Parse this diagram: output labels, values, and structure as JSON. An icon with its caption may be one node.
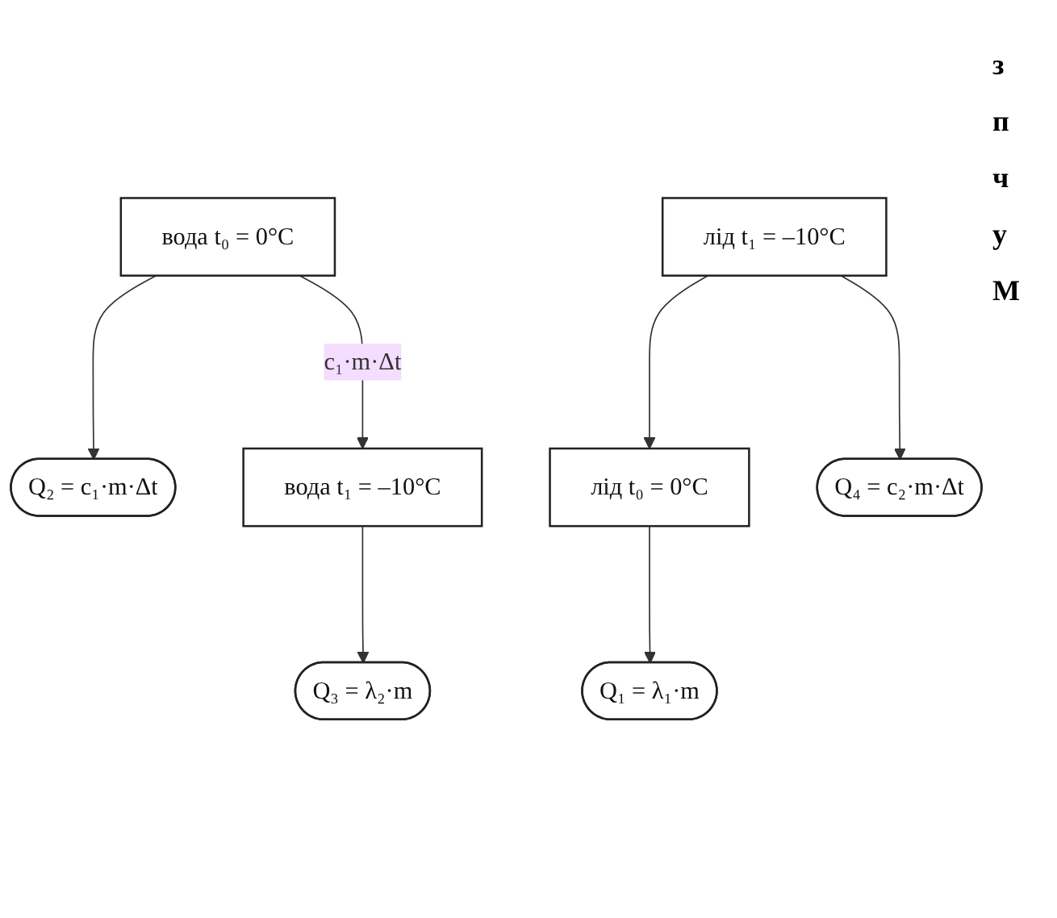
{
  "diagram": {
    "nodes": [
      {
        "text": [
          "Q₁ = λ₁·m"
        ]
      },
      {
        "text": [
          "Q₂ = c₁·m·Δt"
        ]
      },
      {
        "text": [
          "лід  t₀ = 0°C"
        ]
      },
      {
        "text": [
          "вода  t₀ = 0°C"
        ]
      },
      {
        "text": [
          "лід  t₁ = –10°C"
        ]
      },
      {
        "text": [
          "вода  t₁ = –10°C"
        ]
      },
      {
        "text": [
          "Q₄ = c₂·m·Δt"
        ]
      },
      {
        "text": [
          "Q₃ = λ₂·m"
        ]
      }
    ],
    "edges": [
      {
        "from": 2,
        "to": 0,
        "arrow": "to"
      },
      {
        "from": 3,
        "to": 1,
        "arrow": "to"
      },
      {
        "from": 4,
        "to": 2,
        "arrow": "to"
      },
      {
        "from": 3,
        "to": 5,
        "arrow": "to",
        "label": "c₁·m·Δt"
      },
      {
        "from": 4,
        "to": 6,
        "arrow": "to"
      },
      {
        "from": 5,
        "to": 7,
        "arrow": "to"
      }
    ],
    "labels": [
      "з",
      "п",
      "ч",
      "у",
      "М"
    ]
  }
}
